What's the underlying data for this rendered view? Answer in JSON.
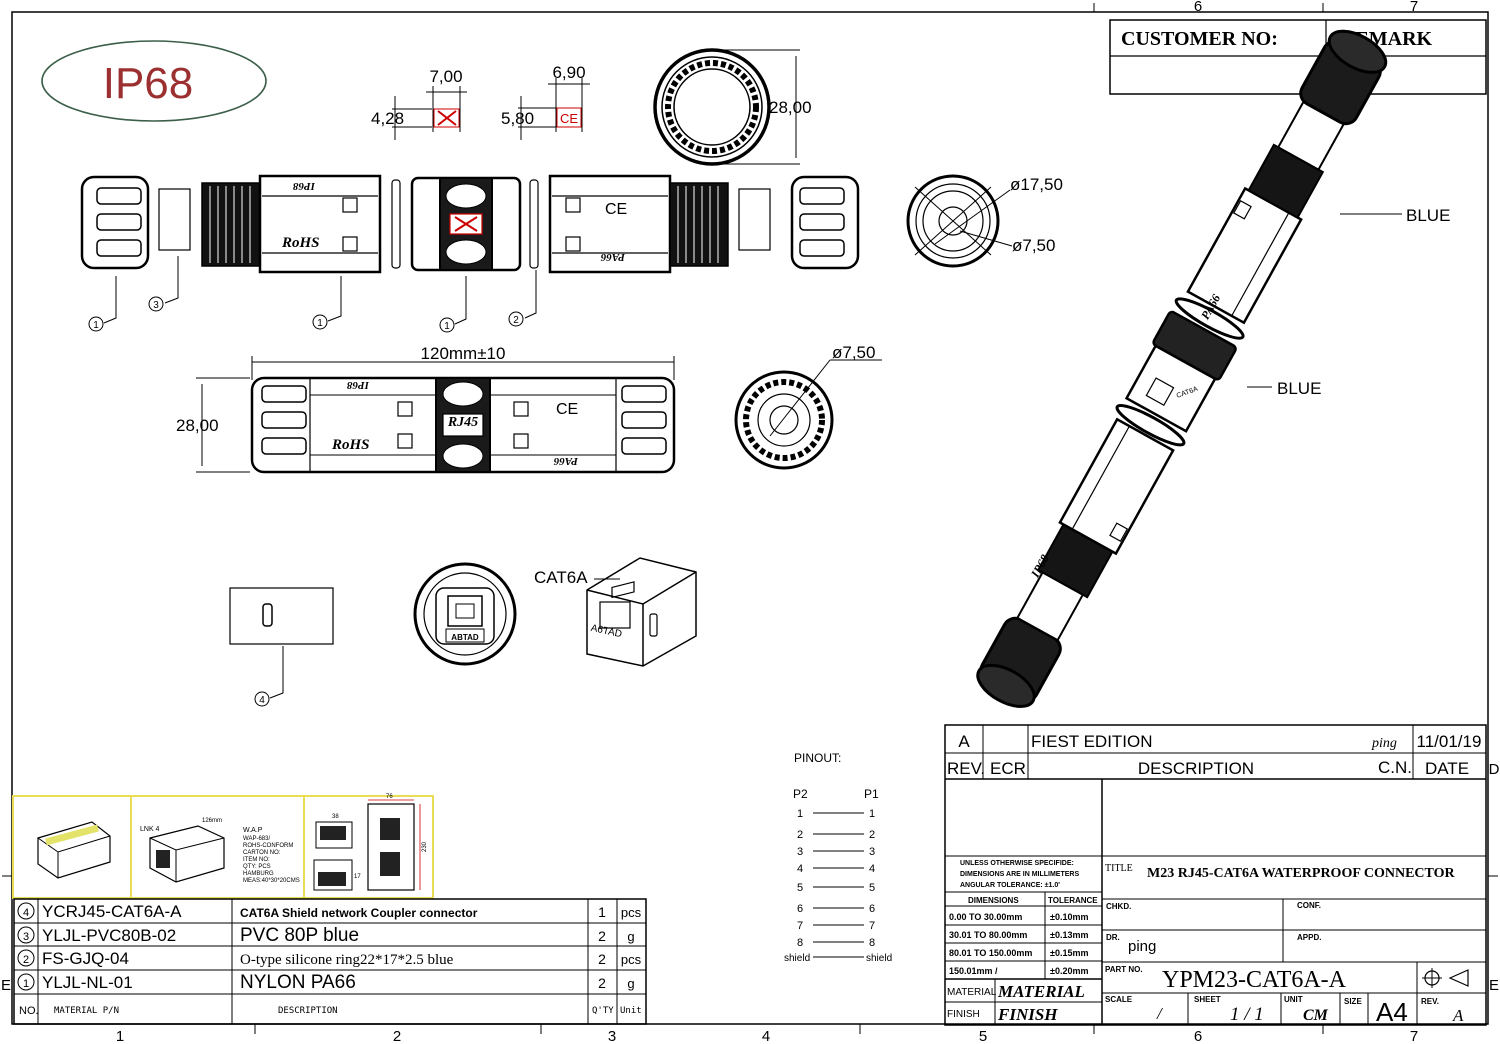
{
  "ip_rating": "IP68",
  "zones": {
    "top": [
      "6",
      "7"
    ],
    "bottom": [
      "1",
      "2",
      "3",
      "4",
      "5",
      "6",
      "7"
    ],
    "right": [
      "D",
      "E"
    ],
    "left": [
      "E"
    ]
  },
  "customer_box": {
    "customer_label": "CUSTOMER  NO:",
    "remark_label": "REMARK"
  },
  "dims": {
    "d_7_00": "7,00",
    "d_4_28": "4,28",
    "d_6_90": "6,90",
    "d_5_80": "5,80",
    "d_28_top": "28,00",
    "d_17_50": "ø17,50",
    "d_7_50a": "ø7,50",
    "d_120": "120mm±10",
    "d_28_side": "28,00",
    "d_7_50b": "ø7,50"
  },
  "body_marks": {
    "ip68": "IP68",
    "rohs": "RoHS",
    "ce": "CE",
    "pa66": "PA66",
    "rj45": "RJ45",
    "rohs2": "RoHS",
    "ip68b": "IP68"
  },
  "callouts": [
    "1",
    "3",
    "1",
    "1",
    "2",
    "4"
  ],
  "cat6a_label": "CAT6A",
  "module_label": "ABTAD",
  "module_label_2": "A6TAD",
  "iso_labels": {
    "blue1": "BLUE",
    "blue2": "BLUE",
    "pa66": "PA66",
    "ip68": "IP68",
    "cat6a": "CAT6A"
  },
  "pinout": {
    "title": "PINOUT:",
    "p2": "P2",
    "p1": "P1",
    "rows": [
      "1",
      "2",
      "3",
      "4",
      "5",
      "6",
      "7",
      "8"
    ],
    "shield": "shield"
  },
  "packaging": {
    "lnk": "LNK 4",
    "w_label": "W.A.P",
    "carton_lines": [
      "WAP-683/",
      "ROHS-CONFORM",
      "CARTON NO:",
      "ITEM NO:",
      "QTY:      PCS",
      "HAMBURG",
      "MEAS:40*30*20CMS"
    ],
    "dim_top": "126mm",
    "dim_38": "38",
    "dim_76": "76",
    "dim_17": "17",
    "dim_230": "230"
  },
  "bom": {
    "rows": [
      {
        "no": "4",
        "pn": "YCRJ45-CAT6A-A",
        "desc": "CAT6A Shield network Coupler connector",
        "qty": "1",
        "unit": "pcs"
      },
      {
        "no": "3",
        "pn": "YLJL-PVC80B-02",
        "desc": "PVC  80P  blue",
        "qty": "2",
        "unit": "g"
      },
      {
        "no": "2",
        "pn": "FS-GJQ-04",
        "desc": "O-type silicone ring22*17*2.5 blue",
        "qty": "2",
        "unit": "pcs"
      },
      {
        "no": "1",
        "pn": "YLJL-NL-01",
        "desc": "NYLON  PA66",
        "qty": "2",
        "unit": "g"
      }
    ],
    "header": {
      "no": "NO.",
      "pn": "MATERIAL P/N",
      "desc": "DESCRIPTION",
      "qty": "Q'TY",
      "unit": "Unit"
    }
  },
  "revision": {
    "rev": "A",
    "ecr_text": "FIEST  EDITION",
    "signature": "ping",
    "date": "11/01/19",
    "h_rev": "REV.",
    "h_ecr": "ECR",
    "h_desc": "DESCRIPTION",
    "h_cn": "C.N.",
    "h_date": "DATE"
  },
  "tolerance": {
    "note_lines": [
      "UNLESS  OTHERWISE  SPECIFIDE:",
      "DIMENSIONS  ARE  IN  MILLIMETERS",
      "ANGULAR   TOLERANCE:  ±1.0'"
    ],
    "h_dim": "DIMENSIONS",
    "h_tol": "TOLERANCE",
    "rows": [
      {
        "dim": "0.00  TO  30.00mm",
        "tol": "±0.10mm"
      },
      {
        "dim": "30.01  TO  80.00mm",
        "tol": "±0.13mm"
      },
      {
        "dim": "80.01  TO  150.00mm",
        "tol": "±0.15mm"
      },
      {
        "dim": "150.01mm       /",
        "tol": "±0.20mm"
      }
    ],
    "material_label": "MATERIAL",
    "material_value": "MATERIAL",
    "finish_label": "FINISH",
    "finish_value": "FINISH"
  },
  "title_block": {
    "title_label": "TITLE",
    "title": "M23 RJ45-CAT6A WATERPROOF CONNECTOR",
    "chkd": "CHKD.",
    "conf": "CONF.",
    "dr": "DR.",
    "dr_value": "ping",
    "appd": "APPD.",
    "part_label": "PART NO.",
    "part_no": "YPM23-CAT6A-A",
    "scale_label": "SCALE",
    "scale": "/",
    "sheet_label": "SHEET",
    "sheet": "1 / 1",
    "unit_label": "UNIT",
    "unit": "CM",
    "size_label": "SIZE",
    "size": "A4",
    "rev_label": "REV.",
    "rev": "A"
  }
}
